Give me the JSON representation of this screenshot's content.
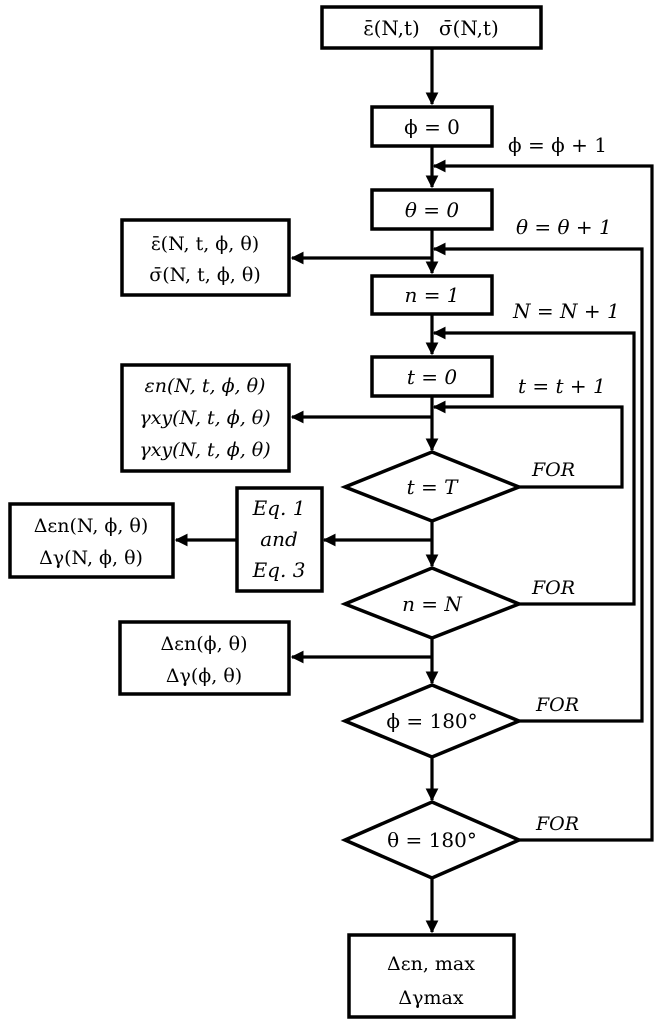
{
  "start": {
    "line1": "ε̄(N,t)   σ̄(N,t)"
  },
  "phi_init": "ϕ = 0",
  "theta_init": "θ = 0",
  "n_init": "n = 1",
  "t_init": "t = 0",
  "loops": {
    "phi_increment": "ϕ = ϕ + 1",
    "theta_increment": "θ = θ + 1",
    "N_increment": "N = N + 1",
    "t_increment": "t = t + 1"
  },
  "decisions": {
    "t_check": "t = T",
    "n_check": "n = N",
    "phi_check": "ϕ = 180°",
    "theta_check": "θ = 180°"
  },
  "for_label": "FOR",
  "outputs": {
    "strain_stress": [
      "ε̄(N, t, ϕ, θ)",
      "σ̄(N, t, ϕ, θ)"
    ],
    "normal_shear": [
      "εn(N, t, ϕ, θ)",
      "γxy(N, t, ϕ, θ)",
      "γxy(N, t, ϕ, θ)"
    ],
    "equations": [
      "Eq. 1",
      "and",
      "Eq. 3"
    ],
    "delta_N": [
      "Δεn(N, ϕ, θ)",
      "Δγ(N, ϕ, θ)"
    ],
    "delta": [
      "Δεn(ϕ, θ)",
      "Δγ(ϕ, θ)"
    ],
    "result": [
      "Δεn, max",
      "Δγmax"
    ]
  }
}
